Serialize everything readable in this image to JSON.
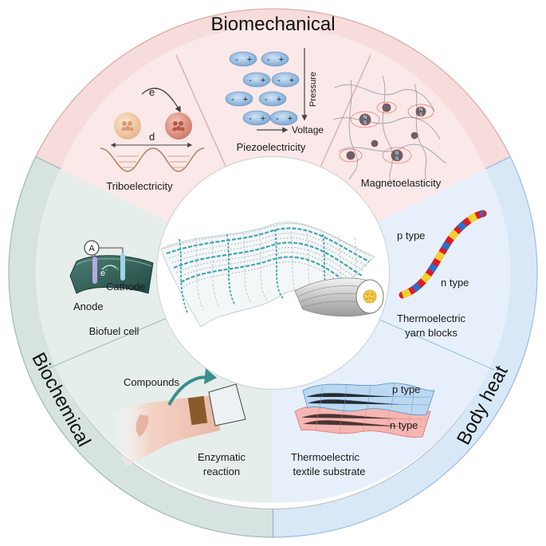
{
  "sectors": {
    "biomechanical": "Biomechanical",
    "biochemical": "Biochemical",
    "body_heat": "Body heat"
  },
  "panels": {
    "triboelectricity": {
      "label": "Triboelectricity",
      "electron": "e",
      "electron_sup": "-",
      "distance": "d"
    },
    "piezoelectricity": {
      "label": "Piezoelectricity",
      "pressure": "Pressure",
      "voltage": "Voltage",
      "minus": "-",
      "plus": "+"
    },
    "magnetoelasticity": {
      "label": "Magnetoelasticity",
      "north": "N",
      "south": "S"
    },
    "biofuel_cell": {
      "label": "Biofuel cell",
      "ammeter": "A",
      "electron": "e",
      "electron_sup": "-",
      "cathode": "Cathode",
      "anode": "Anode"
    },
    "enzymatic": {
      "compounds": "Compounds",
      "label_line1": "Enzymatic",
      "label_line2": "reaction"
    },
    "thermo_yarn": {
      "p_type": "p type",
      "n_type": "n type",
      "label_line1": "Thermoelectric",
      "label_line2": "yarn blocks"
    },
    "thermo_textile": {
      "p_type": "p type",
      "n_type": "n type",
      "label_line1": "Thermoelectric",
      "label_line2": "textile substrate"
    }
  },
  "colors": {
    "biomechanical_outer": "#f7dcdc",
    "biomechanical_inner": "#fbe8e8",
    "biochemical_outer": "#d7e3e1",
    "biochemical_inner": "#e6eeec",
    "body_heat_outer": "#d9e8f7",
    "body_heat_inner": "#e7f0fa",
    "fabric_teal": "#3fa7b0"
  }
}
